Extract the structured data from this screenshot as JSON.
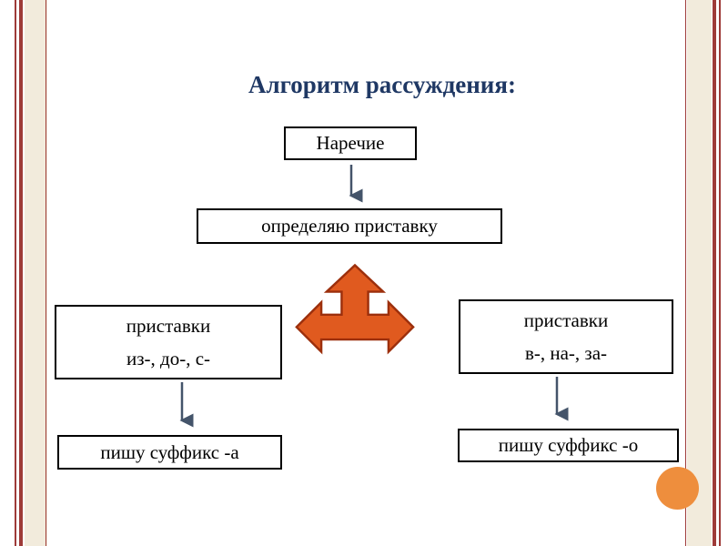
{
  "slide": {
    "title": "Алгоритм рассуждения:",
    "flow": {
      "start": "Наречие",
      "step": "определяю приставку",
      "left_branch": {
        "line1": "приставки",
        "line2": "из-, до-, с-"
      },
      "right_branch": {
        "line1": "приставки",
        "line2": "в-, на-, за-"
      },
      "left_result": "пишу суффикс -а",
      "right_result": "пишу суффикс -о"
    },
    "colors": {
      "title": "#1F3864",
      "connector": "#44546A",
      "branch_arrow_fill": "#E05A1F",
      "branch_arrow_stroke": "#9C2F0C",
      "accent_circle": "#EE8E3D",
      "stripe": "#9E3B38",
      "band": "#F2EBDC"
    }
  }
}
